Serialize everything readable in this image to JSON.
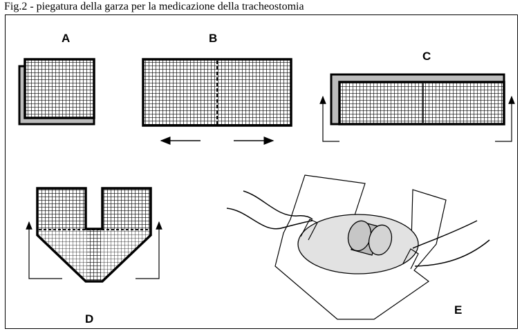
{
  "caption": "Fig.2 - piegatura della garza per la medicazione della tracheostomia",
  "panels": [
    {
      "id": "A",
      "label": "A"
    },
    {
      "id": "B",
      "label": "B"
    },
    {
      "id": "C",
      "label": "C"
    },
    {
      "id": "D",
      "label": "D"
    },
    {
      "id": "E",
      "label": "E"
    }
  ],
  "colors": {
    "gauze_grid": "#000000",
    "gauze_fill": "#ffffff",
    "fold_shadow": "#bdbdbd",
    "neck_ellipse": "#e2e2e2",
    "tube": "#b9b9b9"
  }
}
